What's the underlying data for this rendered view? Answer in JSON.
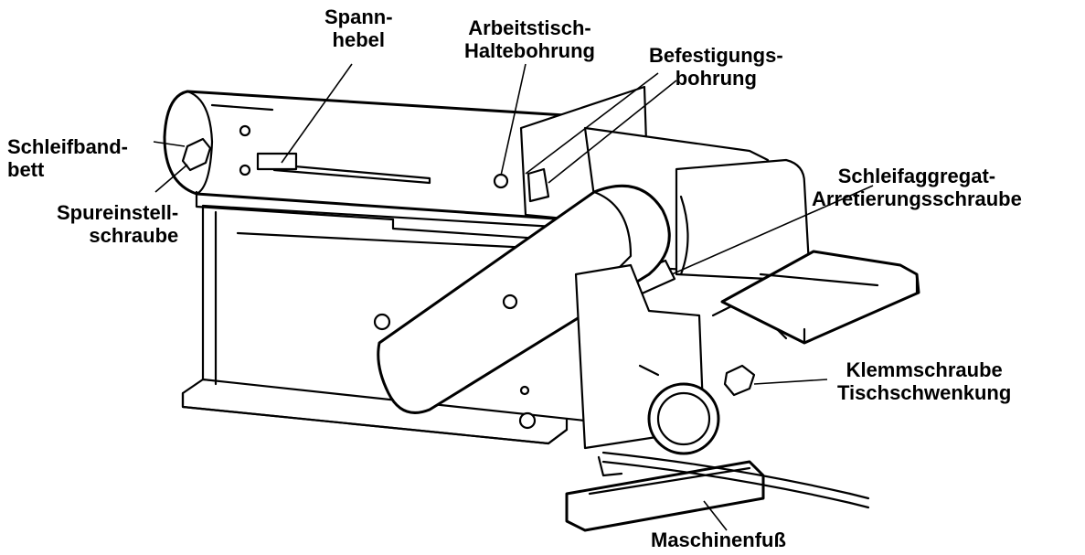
{
  "labels": {
    "spannhebel": [
      "Spann-",
      "hebel"
    ],
    "arbeitstisch": [
      "Arbeitstisch-",
      "Haltebohrung"
    ],
    "befestigung": [
      "Befestigungs-",
      "bohrung"
    ],
    "schleifbandbett": [
      "Schleifband-",
      "bett"
    ],
    "spureinstell": [
      "Spureinstell-",
      "schraube"
    ],
    "schleifaggregat": [
      "Schleifaggregat-",
      "Arretierungsschraube"
    ],
    "klemmschraube": [
      "Klemmschraube",
      "Tischschwenkung"
    ],
    "maschinenfuss": [
      "Maschinenfuß"
    ]
  },
  "colors": {
    "ink": "#000000",
    "paper": "#ffffff"
  }
}
